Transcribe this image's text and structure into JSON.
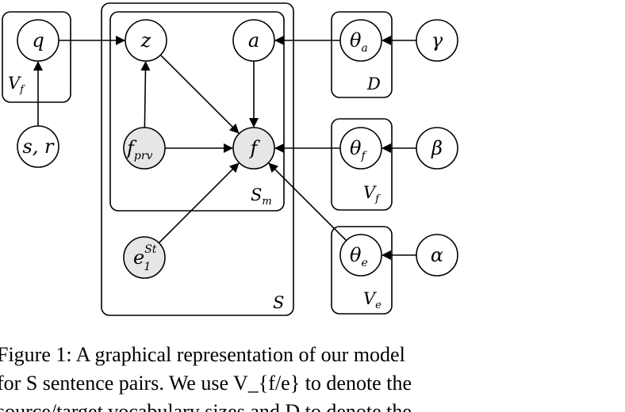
{
  "nodes": [
    {
      "id": "q",
      "label": "q",
      "sub": "",
      "sup": "",
      "observed": false
    },
    {
      "id": "sr",
      "label": "s, r",
      "sub": "",
      "sup": "",
      "observed": false
    },
    {
      "id": "z",
      "label": "z",
      "sub": "",
      "sup": "",
      "observed": false
    },
    {
      "id": "a",
      "label": "a",
      "sub": "",
      "sup": "",
      "observed": false
    },
    {
      "id": "fprv",
      "label": "f",
      "sub": "prv",
      "sup": "",
      "observed": true
    },
    {
      "id": "f",
      "label": "f",
      "sub": "",
      "sup": "",
      "observed": true
    },
    {
      "id": "e1",
      "label": "e",
      "sub": "1",
      "sup": "St",
      "observed": true
    },
    {
      "id": "theta_a",
      "label": "θ",
      "sub": "a",
      "sup": "",
      "observed": false
    },
    {
      "id": "theta_f",
      "label": "θ",
      "sub": "f",
      "sup": "",
      "observed": false
    },
    {
      "id": "theta_e",
      "label": "θ",
      "sub": "e",
      "sup": "",
      "observed": false
    },
    {
      "id": "gamma",
      "label": "γ",
      "sub": "",
      "sup": "",
      "observed": false
    },
    {
      "id": "beta",
      "label": "β",
      "sub": "",
      "sup": "",
      "observed": false
    },
    {
      "id": "alpha",
      "label": "α",
      "sub": "",
      "sup": "",
      "observed": false
    }
  ],
  "edges": [
    {
      "from": "q",
      "to": "z"
    },
    {
      "from": "sr",
      "to": "q"
    },
    {
      "from": "fprv",
      "to": "z"
    },
    {
      "from": "z",
      "to": "f"
    },
    {
      "from": "a",
      "to": "f"
    },
    {
      "from": "fprv",
      "to": "f"
    },
    {
      "from": "e1",
      "to": "f"
    },
    {
      "from": "theta_a",
      "to": "a"
    },
    {
      "from": "theta_f",
      "to": "f"
    },
    {
      "from": "theta_e",
      "to": "f"
    },
    {
      "from": "gamma",
      "to": "theta_a"
    },
    {
      "from": "beta",
      "to": "theta_f"
    },
    {
      "from": "alpha",
      "to": "theta_e"
    }
  ],
  "plates": [
    {
      "id": "plate-q",
      "label": "V",
      "sub": "f"
    },
    {
      "id": "plate-s",
      "label": "S",
      "sub": ""
    },
    {
      "id": "plate-sm",
      "label": "S",
      "sub": "m"
    },
    {
      "id": "plate-theta-a",
      "label": "D",
      "sub": ""
    },
    {
      "id": "plate-theta-f",
      "label": "V",
      "sub": "f"
    },
    {
      "id": "plate-theta-e",
      "label": "V",
      "sub": "e"
    }
  ],
  "caption": {
    "line1": "Figure 1: A graphical representation of our model",
    "line2": "for S sentence pairs. We use V_{f/e} to denote the",
    "line3": "source/target vocabulary sizes and D to denote the"
  }
}
